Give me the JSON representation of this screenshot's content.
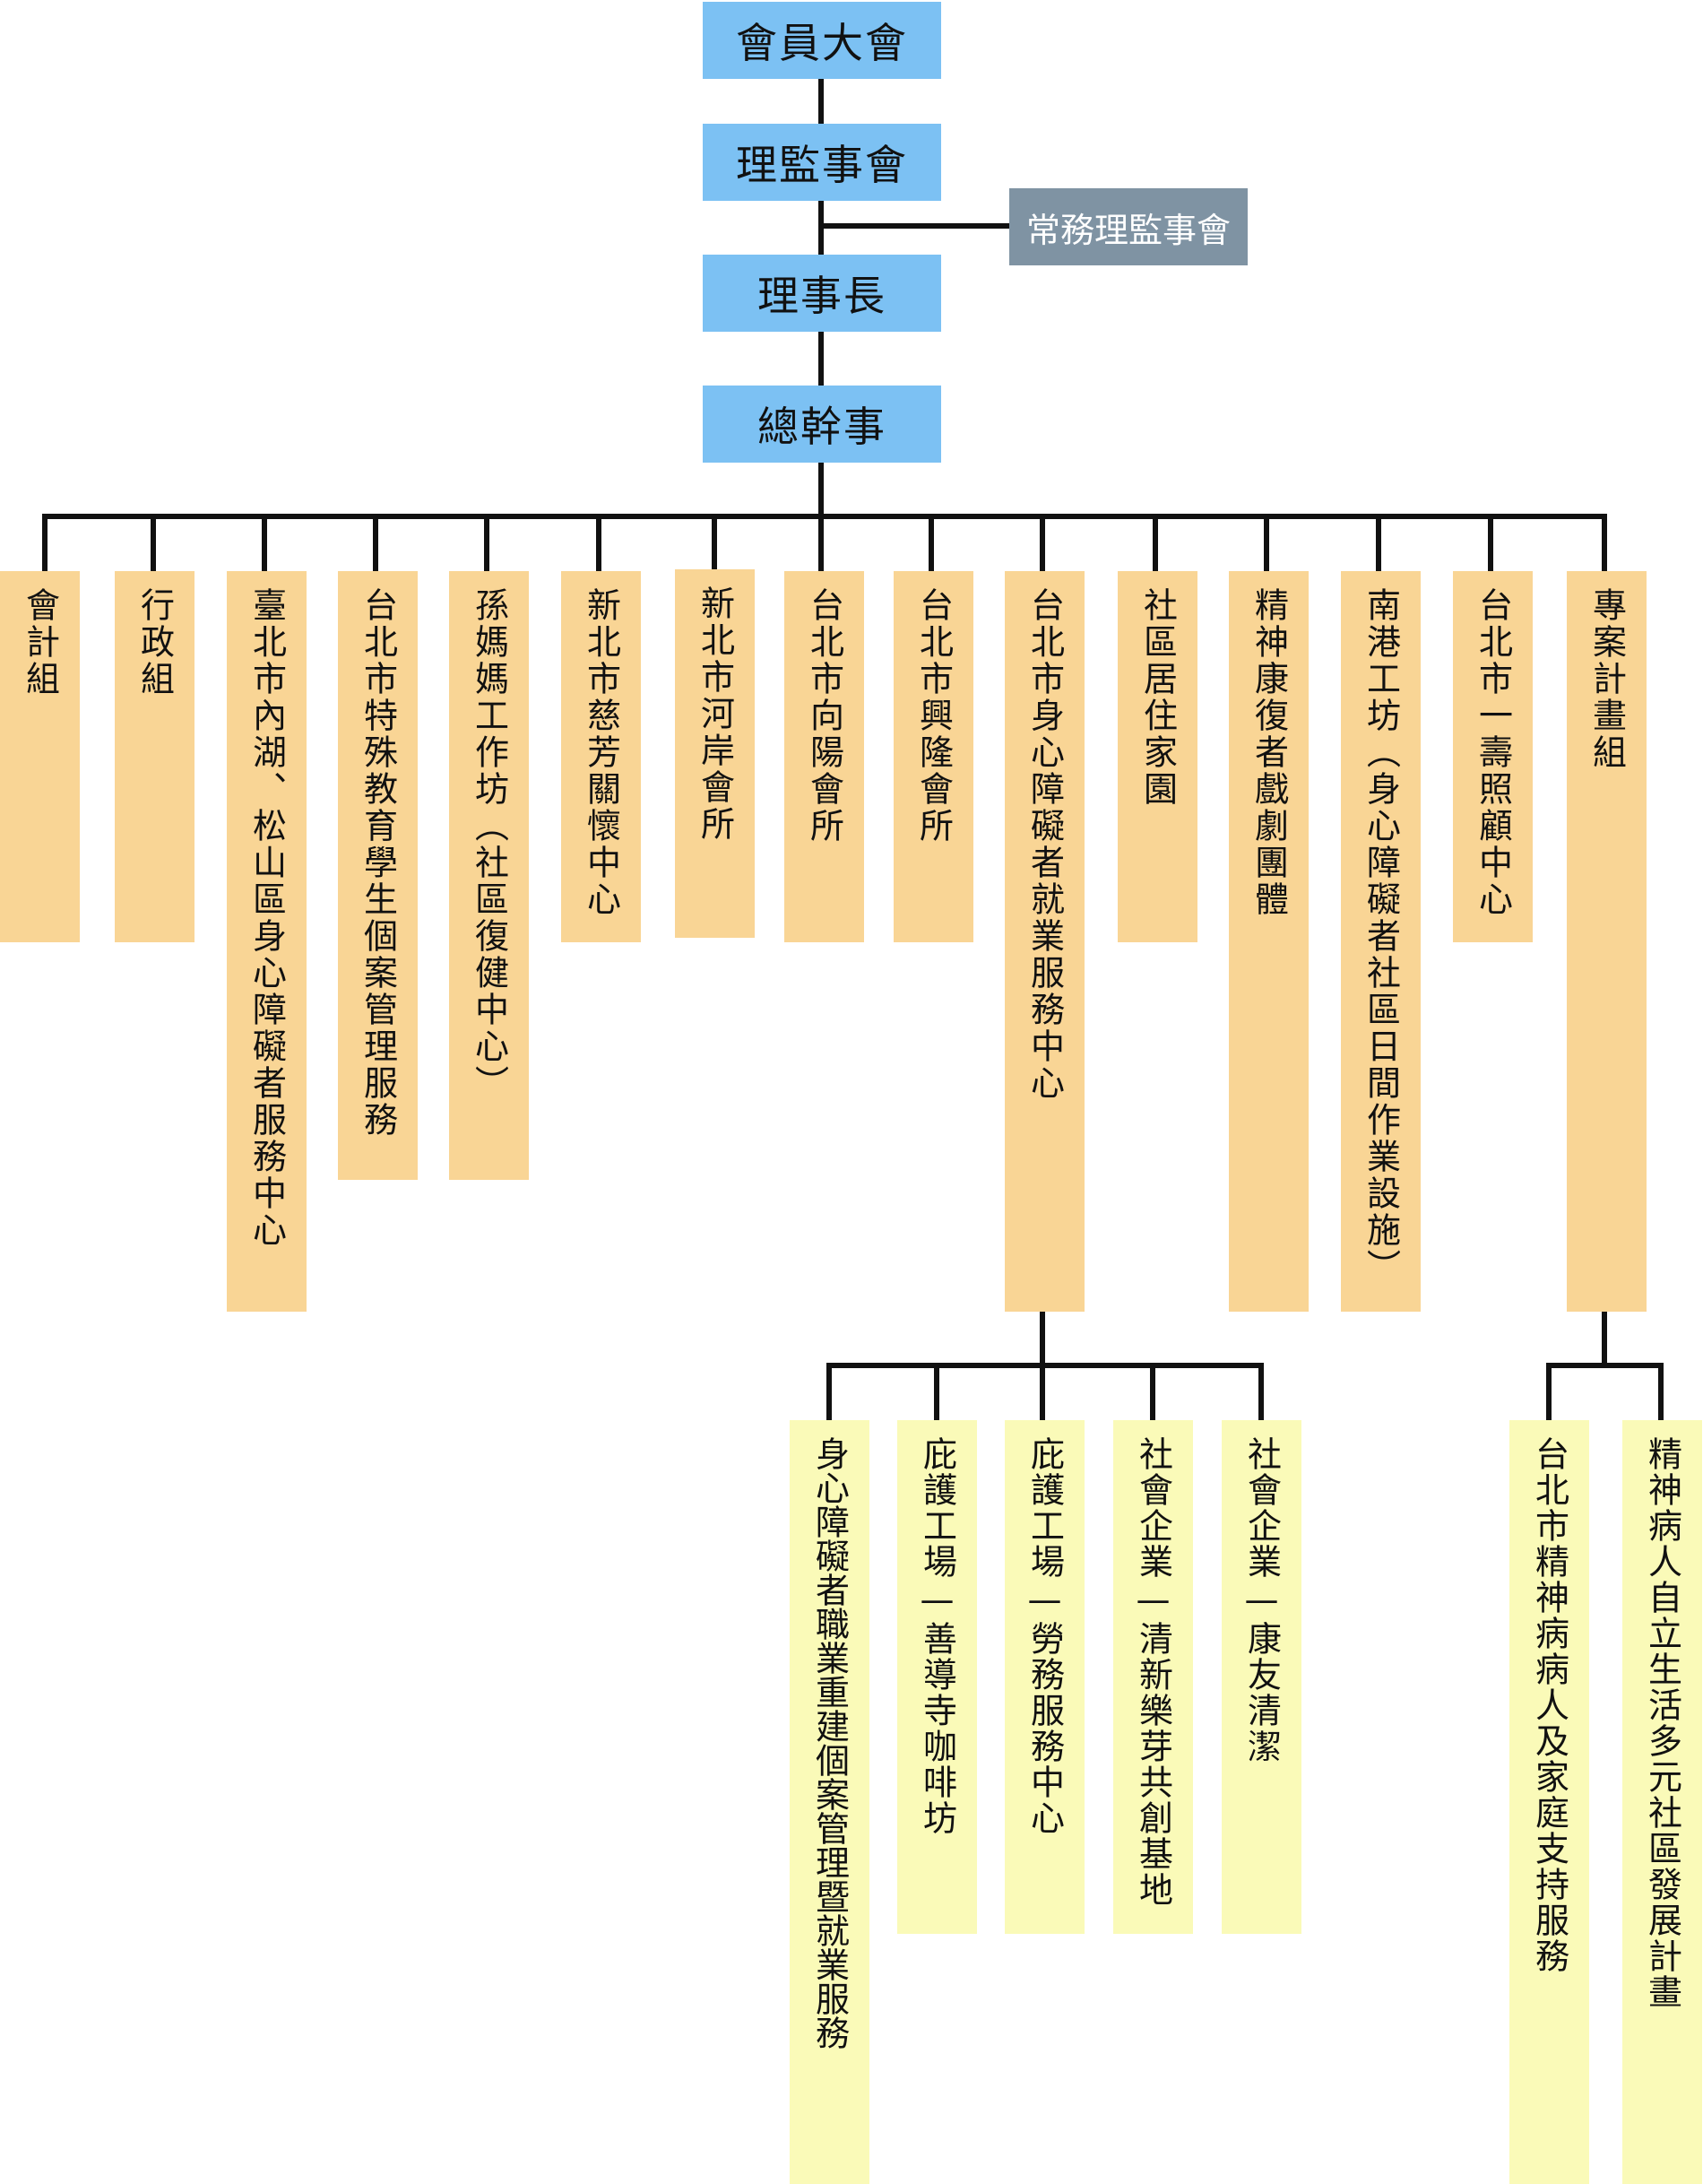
{
  "top": {
    "assembly": "會員大會",
    "board": "理監事會",
    "chair": "理事長",
    "secretary": "總幹事"
  },
  "side": {
    "standing": "常務理監事會"
  },
  "units": [
    "會計組",
    "行政組",
    "臺北市內湖、松山區身心障礙者服務中心",
    "台北市特殊教育學生個案管理服務",
    "孫媽媽工作坊（社區復健中心）",
    "新北市慈芳關懷中心",
    "新北市河岸會所",
    "台北市向陽會所",
    "台北市興隆會所",
    "台北市身心障礙者就業服務中心",
    "社區居住家園",
    "精神康復者戲劇團體",
    "南港工坊（身心障礙者社區日間作業設施）",
    "台北市一壽照顧中心",
    "專案計畫組"
  ],
  "employment_subunits": [
    "身心障礙者職業重建個案管理暨就業服務",
    "庇護工場—善導寺咖啡坊",
    "庇護工場—勞務服務中心",
    "社會企業—清新樂芽共創基地",
    "社會企業—康友清潔"
  ],
  "project_subunits": [
    "台北市精神病病人及家庭支持服務",
    "精神病人自立生活多元社區發展計畫"
  ],
  "colors": {
    "top_box": "#7cc1f3",
    "side_box": "#7f93a3",
    "unit_box": "#f9d595",
    "sub_box": "#fafab8",
    "line": "#111111"
  }
}
